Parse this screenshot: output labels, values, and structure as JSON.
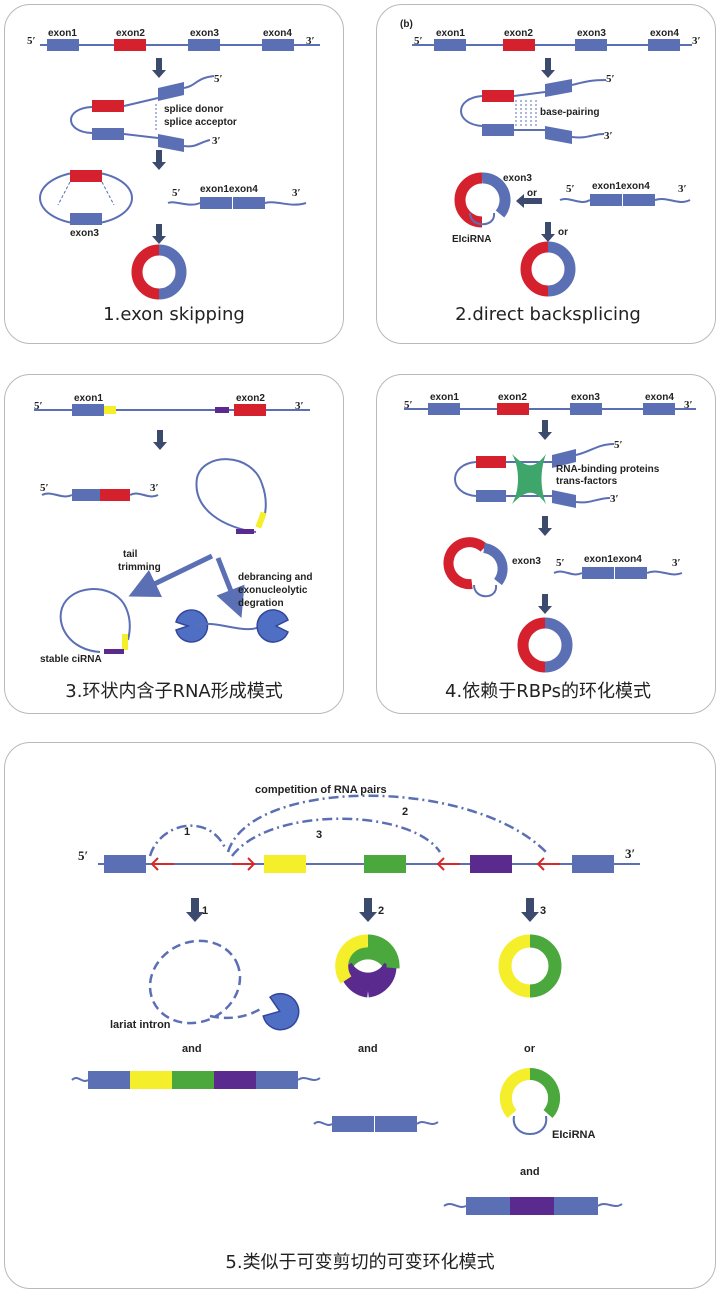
{
  "colors": {
    "blue": "#5b6fb5",
    "red": "#d4212d",
    "yellow": "#f5ee2a",
    "green": "#4aa83c",
    "purple": "#5a2a8e",
    "arrow": "#3c4a6e",
    "line": "#5b6fb5",
    "redArrow": "#d42a2a"
  },
  "panel1": {
    "caption": "1.exon skipping",
    "exons": [
      "exon1",
      "exon2",
      "exon3",
      "exon4"
    ],
    "five": "5′",
    "three": "3′",
    "splice_donor": "splice donor",
    "splice_acceptor": "splice acceptor",
    "exon3": "exon3",
    "exon14": "exon1exon4"
  },
  "panel2": {
    "tag": "(b)",
    "caption": "2.direct backsplicing",
    "exons": [
      "exon1",
      "exon2",
      "exon3",
      "exon4"
    ],
    "five": "5′",
    "three": "3′",
    "base_pairing": "base-pairing",
    "or1": "or",
    "or2": "or",
    "exon3": "exon3",
    "eiciRNA": "EIciRNA",
    "exon14": "exon1exon4"
  },
  "panel3": {
    "caption": "3.环状内含子RNA形成模式",
    "exon1": "exon1",
    "exon2": "exon2",
    "five": "5′",
    "three": "3′",
    "tail_trimming": [
      "tail",
      "trimming"
    ],
    "debrancing": [
      "debrancing and",
      "exonucleolytic",
      "degration"
    ],
    "stable": "stable ciRNA"
  },
  "panel4": {
    "caption": "4.依赖于RBPs的环化模式",
    "exons": [
      "exon1",
      "exon2",
      "exon3",
      "exon4"
    ],
    "five": "5′",
    "three": "3′",
    "rbp": [
      "RNA-binding proteins",
      "trans-factors"
    ],
    "exon3": "exon3",
    "exon14": "exon1exon4"
  },
  "panel5": {
    "caption": "5.类似于可变剪切的可变环化模式",
    "competition": "competition of RNA pairs",
    "n1": "1",
    "n2": "2",
    "n3": "3",
    "five": "5′",
    "three": "3′",
    "lariat": "lariat intron",
    "and1": "and",
    "and2": "and",
    "or": "or",
    "eiciRNA": "EIciRNA",
    "and3": "and"
  }
}
